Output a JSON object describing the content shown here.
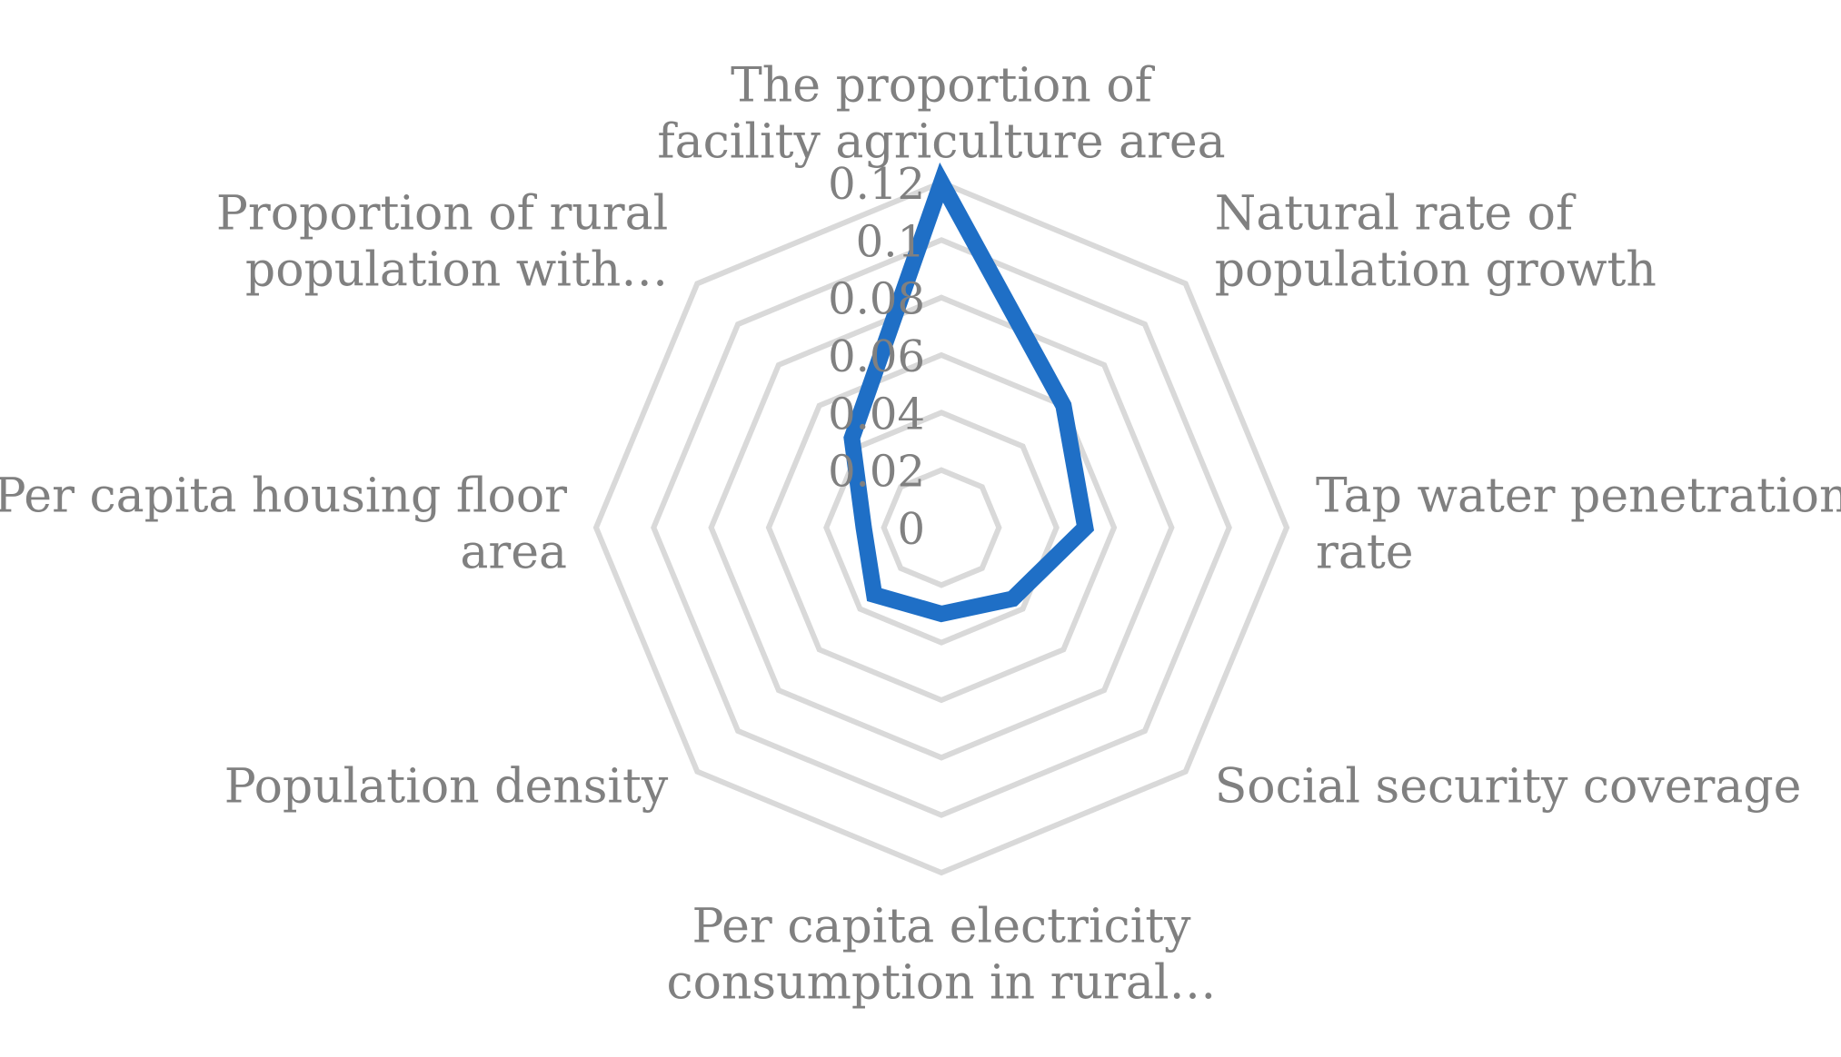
{
  "chart_data": {
    "type": "radar",
    "title": "",
    "categories": [
      [
        "The proportion of",
        "facility agriculture area"
      ],
      [
        "Natural rate of",
        "population growth"
      ],
      [
        "Tap water penetration",
        "rate"
      ],
      [
        "Social security coverage"
      ],
      [
        "Per capita electricity",
        "consumption in rural…"
      ],
      [
        "Population density"
      ],
      [
        "Per capita housing floor",
        "area"
      ],
      [
        "Proportion of rural",
        "population with…"
      ]
    ],
    "series": [
      {
        "values": [
          0.12,
          0.06,
          0.05,
          0.035,
          0.03,
          0.033,
          0.027,
          0.044
        ],
        "color": "#1f6fc6"
      }
    ],
    "ticks": [
      "0",
      "0.02",
      "0.04",
      "0.06",
      "0.08",
      "0.1",
      "0.12"
    ],
    "rlim": [
      0,
      0.12
    ],
    "grid": true,
    "legend": "none",
    "colors": {
      "grid": "#d9d9d9",
      "text": "#808080",
      "series": "#1f6fc6"
    }
  }
}
